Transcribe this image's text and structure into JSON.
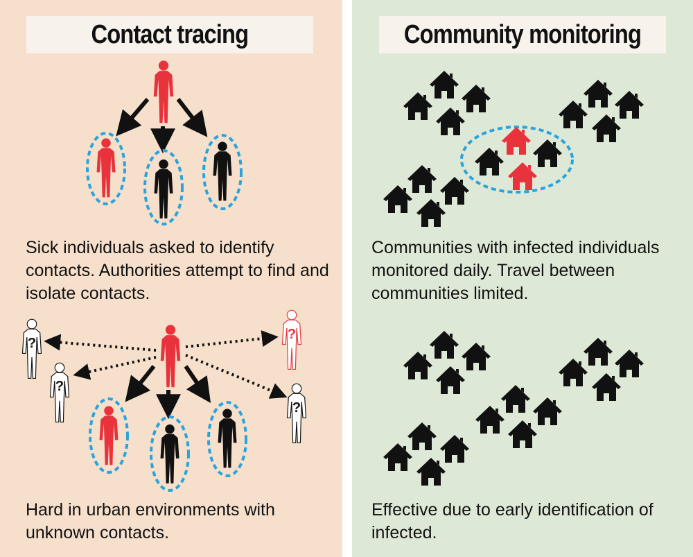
{
  "left": {
    "title": "Contact tracing",
    "caption_top": "Sick individuals asked to identify contacts. Authorities attempt to find and isolate contacts.",
    "caption_bottom": "Hard in urban environments with unknown contacts.",
    "unknown_mark": "?"
  },
  "right": {
    "title": "Community monitoring",
    "caption_top": "Communities with infected individuals monitored daily. Travel between communities limited.",
    "caption_bottom": "Effective due to early identification of infected."
  },
  "colors": {
    "left_background": "#f6e0cc",
    "right_background": "#dde9d6",
    "title_box": "#f8f2ec",
    "infected": "#e8333d",
    "healthy": "#111111",
    "isolation_ring": "#29a3dc"
  },
  "icons": [
    "person-icon",
    "house-icon",
    "arrow-icon",
    "dotted-arrow-icon",
    "question-mark-icon"
  ]
}
